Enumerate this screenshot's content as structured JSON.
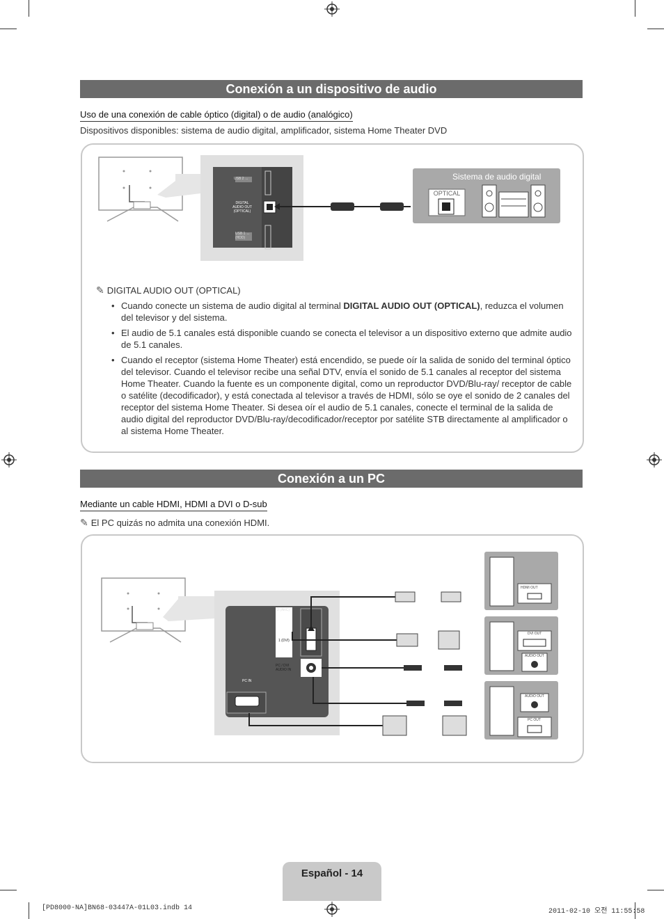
{
  "section_audio": {
    "title": "Conexión a un dispositivo de audio",
    "subheading": "Uso de una conexión de cable óptico (digital) o de audio (analógico)",
    "devices_text": "Dispositivos disponibles: sistema de audio digital, amplificador, sistema Home Theater DVD",
    "diagram": {
      "port_usb2": "USB 2 ↔",
      "port_digital_l1": "DIGITAL",
      "port_digital_l2": "AUDIO OUT",
      "port_digital_l3": "(OPTICAL)",
      "port_usb1_l1": "USB 1 ↔",
      "port_usb1_l2": "(HDD)",
      "device_title": "Sistema de audio digital",
      "device_port": "OPTICAL"
    },
    "note_title": "DIGITAL AUDIO OUT (OPTICAL)",
    "bullet1_pre": "Cuando conecte un sistema de audio digital al terminal ",
    "bullet1_bold": "DIGITAL AUDIO OUT (OPTICAL)",
    "bullet1_post": ", reduzca el volumen del televisor y del sistema.",
    "bullet2": "El audio de 5.1 canales está disponible cuando se conecta el televisor a un dispositivo externo que admite audio de 5.1 canales.",
    "bullet3": "Cuando el receptor (sistema Home Theater) está encendido, se puede oír la salida de sonido del terminal óptico del televisor. Cuando el televisor recibe una señal DTV, envía el sonido de 5.1 canales al receptor del sistema Home Theater. Cuando la fuente es un componente digital, como un reproductor DVD/Blu-ray/ receptor de cable o satélite (decodificador), y está conectada al televisor a través de HDMI, sólo se oye el sonido de 2 canales del receptor del sistema Home Theater. Si desea oír el audio de 5.1 canales, conecte el terminal de la salida de audio digital del reproductor DVD/Blu-ray/decodificador/receptor por satélite STB directamente al amplificador o al sistema Home Theater."
  },
  "section_pc": {
    "title": "Conexión a un PC",
    "subheading": "Mediante un cable HDMI, HDMI a DVI o D-sub",
    "note": "El PC quizás no admita una conexión HDMI.",
    "diagram": {
      "port_hdmi2": "2 (ARC)",
      "port_hdmi1": "1 (DVI)",
      "port_pcdvi_l1": "PC / DVI",
      "port_pcdvi_l2": "AUDIO IN",
      "port_pcin": "PC IN",
      "pc1_port": "HDMI OUT",
      "pc2_port1": "DVI OUT",
      "pc2_port2": "AUDIO OUT",
      "pc3_port1": "AUDIO OUT",
      "pc3_port2": "PC OUT"
    }
  },
  "footer": {
    "page_label": "Español - 14",
    "file_info": "[PD8000-NA]BN68-03447A-01L03.indb   14",
    "timestamp": "2011-02-10   오전 11:55:58"
  }
}
